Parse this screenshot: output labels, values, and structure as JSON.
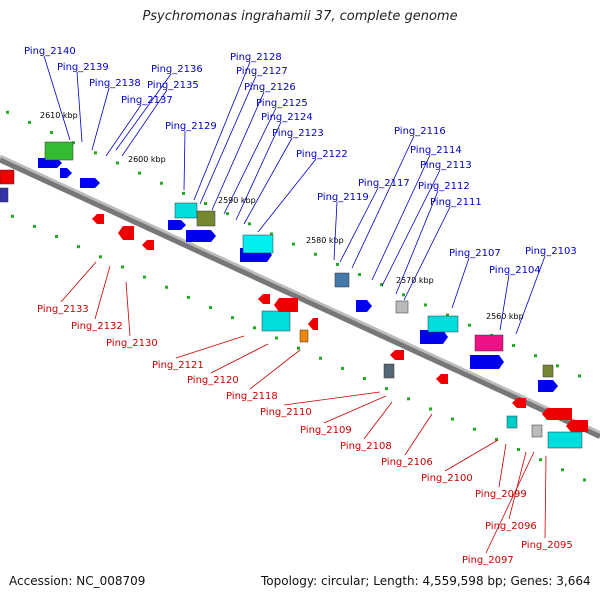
{
  "title": "Psychromonas ingrahamii 37, complete genome",
  "footer": {
    "accession": "Accession: NC_008709",
    "topology": "Topology: circular; Length: 4,559,598 bp; Genes: 3,664"
  },
  "colors": {
    "forward_label": "#0000c8",
    "reverse_label": "#cc0000",
    "backbone": "#777777",
    "forward_gene": "#0000ee",
    "reverse_gene": "#ee0000"
  },
  "kbp_ticks": [
    "2610 kbp",
    "2600 kbp",
    "2590 kbp",
    "2580 kbp",
    "2570 kbp",
    "2560 kbp"
  ],
  "forward_labels": [
    "Ping_2140",
    "Ping_2139",
    "Ping_2138",
    "Ping_2137",
    "Ping_2136",
    "Ping_2135",
    "Ping_2129",
    "Ping_2128",
    "Ping_2127",
    "Ping_2126",
    "Ping_2125",
    "Ping_2124",
    "Ping_2123",
    "Ping_2122",
    "Ping_2119",
    "Ping_2117",
    "Ping_2116",
    "Ping_2114",
    "Ping_2113",
    "Ping_2112",
    "Ping_2111",
    "Ping_2107",
    "Ping_2104",
    "Ping_2103"
  ],
  "reverse_labels": [
    "Ping_2133",
    "Ping_2132",
    "Ping_2130",
    "Ping_2121",
    "Ping_2120",
    "Ping_2118",
    "Ping_2110",
    "Ping_2109",
    "Ping_2108",
    "Ping_2106",
    "Ping_2100",
    "Ping_2099",
    "Ping_2096",
    "Ping_2095",
    "Ping_2097"
  ]
}
